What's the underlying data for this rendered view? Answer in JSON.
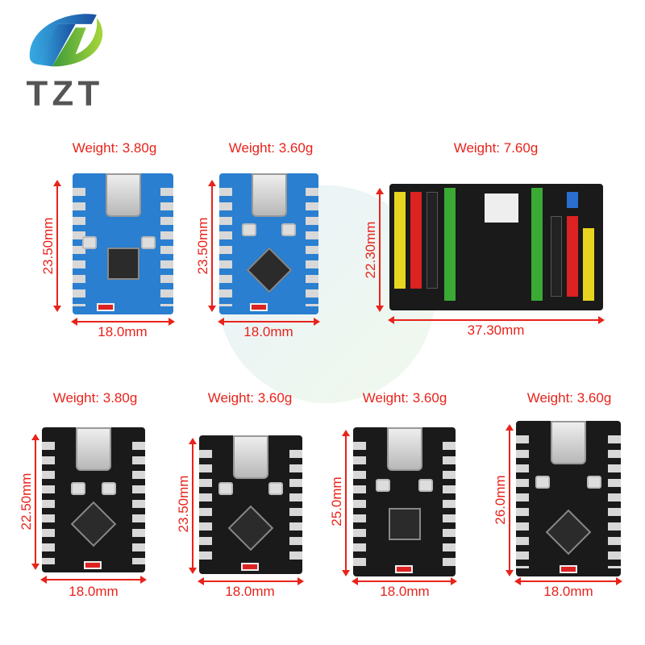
{
  "logo": {
    "text": "TZT",
    "colors": {
      "blue": "#1f73c7",
      "green": "#6cbf3a",
      "gray": "#555555"
    }
  },
  "accent_color": "#e8231b",
  "boards": [
    {
      "weight": "Weight: 3.80g",
      "height": "23.50mm",
      "width": "18.0mm",
      "color": "blue"
    },
    {
      "weight": "Weight: 3.60g",
      "height": "23.50mm",
      "width": "18.0mm",
      "color": "blue"
    },
    {
      "weight": "Weight: 7.60g",
      "height": "22.30mm",
      "width": "37.30mm",
      "color": "black"
    },
    {
      "weight": "Weight: 3.80g",
      "height": "22.50mm",
      "width": "18.0mm",
      "color": "black"
    },
    {
      "weight": "Weight: 3.60g",
      "height": "23.50mm",
      "width": "18.0mm",
      "color": "black"
    },
    {
      "weight": "Weight: 3.60g",
      "height": "25.0mm",
      "width": "18.0mm",
      "color": "black"
    },
    {
      "weight": "Weight: 3.60g",
      "height": "26.0mm",
      "width": "18.0mm",
      "color": "black"
    }
  ]
}
